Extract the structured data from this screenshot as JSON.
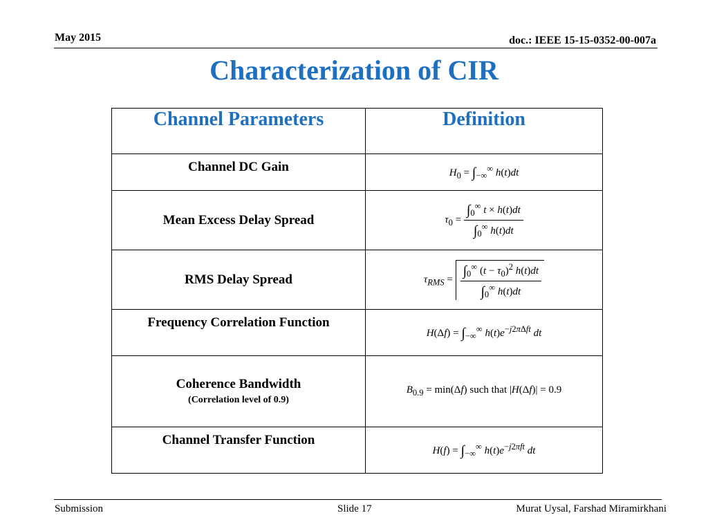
{
  "header": {
    "date": "May 2015",
    "doc": "doc.: IEEE 15-15-0352-00-007a"
  },
  "title": "Characterization of CIR",
  "table": {
    "col1_header": "Channel Parameters",
    "col2_header": "Definition",
    "rows": [
      {
        "label": "Channel  DC Gain",
        "note": ""
      },
      {
        "label": "Mean Excess Delay Spread",
        "note": ""
      },
      {
        "label": "RMS Delay Spread",
        "note": ""
      },
      {
        "label": "Frequency Correlation Function",
        "note": ""
      },
      {
        "label": "Coherence Bandwidth",
        "note": "(Correlation level of 0.9)"
      },
      {
        "label": "Channel Transfer Function",
        "note": ""
      }
    ]
  },
  "footer": {
    "left": "Submission",
    "center": "Slide 17",
    "right": "Murat Uysal, Farshad Miramirkhani"
  },
  "colors": {
    "title": "#1f6fbf",
    "header_text": "#1f6fbf"
  }
}
